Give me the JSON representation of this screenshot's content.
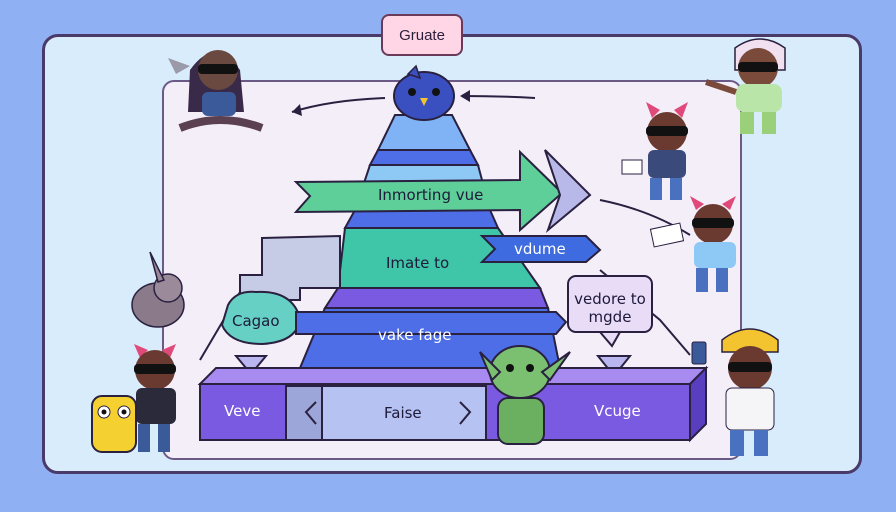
{
  "title": "Gruate",
  "labels": {
    "importing": "Inmorting vue",
    "imate": "Imate to",
    "vdume": "vdume",
    "vedore": "vedore to\nmgde",
    "cagao": "Cagao",
    "vake": "vake fage",
    "veve": "Veve",
    "faise": "Faise",
    "vcuge": "Vcuge"
  },
  "colors": {
    "background": "#8fb0f2",
    "frame": "#d9ecfb",
    "pyramid_top": "#7fb3f5",
    "pyramid_mid": "#3fc6a8",
    "pyramid_low": "#4e6ee8",
    "box_purple": "#7a5ae0",
    "arrow_green": "#5fcf9a"
  },
  "icons": [
    "bird-icon",
    "character-icon",
    "cat-icon",
    "goblin-icon",
    "phone-icon"
  ]
}
